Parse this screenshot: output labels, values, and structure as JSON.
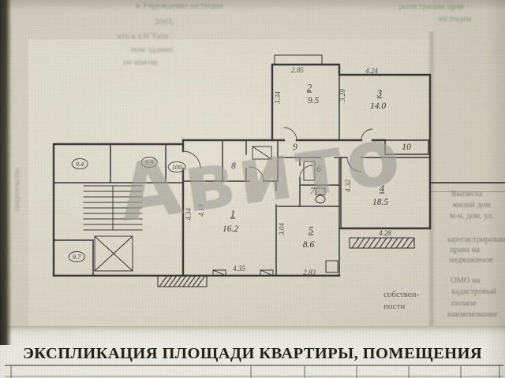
{
  "document": {
    "type": "scanned apartment floor plan page",
    "watermark": "Авито",
    "title": "ЭКСПЛИКАЦИЯ ПЛОЩАДИ КВАРТИРЫ, ПОМЕЩЕНИЯ"
  },
  "plan": {
    "rooms": {
      "r1": {
        "num": "1",
        "area": "16.2"
      },
      "r2": {
        "num": "2",
        "area": "9.5"
      },
      "r3": {
        "num": "3",
        "area": "14.0"
      },
      "r4": {
        "num": "4",
        "area": "18.5"
      },
      "r5": {
        "num": "5",
        "area": "8.6"
      },
      "r6": {
        "num": "6"
      },
      "r7": {
        "num": "7"
      },
      "r8": {
        "num": "8"
      },
      "r9": {
        "num": "9"
      },
      "r10": {
        "num": "10"
      }
    },
    "adjacent": {
      "n1": "9.4",
      "n2": "9.9",
      "n3": "100",
      "n4": "9.7"
    },
    "dims": {
      "d1": "2.85",
      "d2": "4.24",
      "d3": "3.34",
      "d4": "3.28",
      "d5": "4.32",
      "d6": "4.28",
      "d7": "4.34",
      "d8": "4.19",
      "d9": "3.04",
      "d10": "4.35",
      "d11": "2.83"
    }
  },
  "fragments": {
    "top": [
      {
        "text": "в Учреждение юстиции"
      },
      {
        "text": "2003."
      },
      {
        "text": "что в т.Н Тати"
      },
      {
        "text": "ном здании"
      },
      {
        "text": "по имени"
      },
      {
        "text": "регистрации прав"
      },
      {
        "text": "юстиции"
      }
    ],
    "right": [
      {
        "text": "Выписка"
      },
      {
        "text": "жилой дом"
      },
      {
        "text": "м-н, дом, ул."
      },
      {
        "text": "зарегистрировано"
      },
      {
        "text": "права на"
      },
      {
        "text": "недвижимое"
      },
      {
        "text": "ОМО на"
      },
      {
        "text": "кадастровый"
      },
      {
        "text": "полное"
      },
      {
        "text": "наименование"
      }
    ],
    "inline": [
      {
        "text": "собствен-"
      },
      {
        "text": "ности"
      }
    ],
    "left": [
      {
        "text": "свидетельство"
      }
    ]
  },
  "colors": {
    "paper": "#d6d2c4",
    "ink": "#26251f",
    "watermark": "#807e76"
  }
}
